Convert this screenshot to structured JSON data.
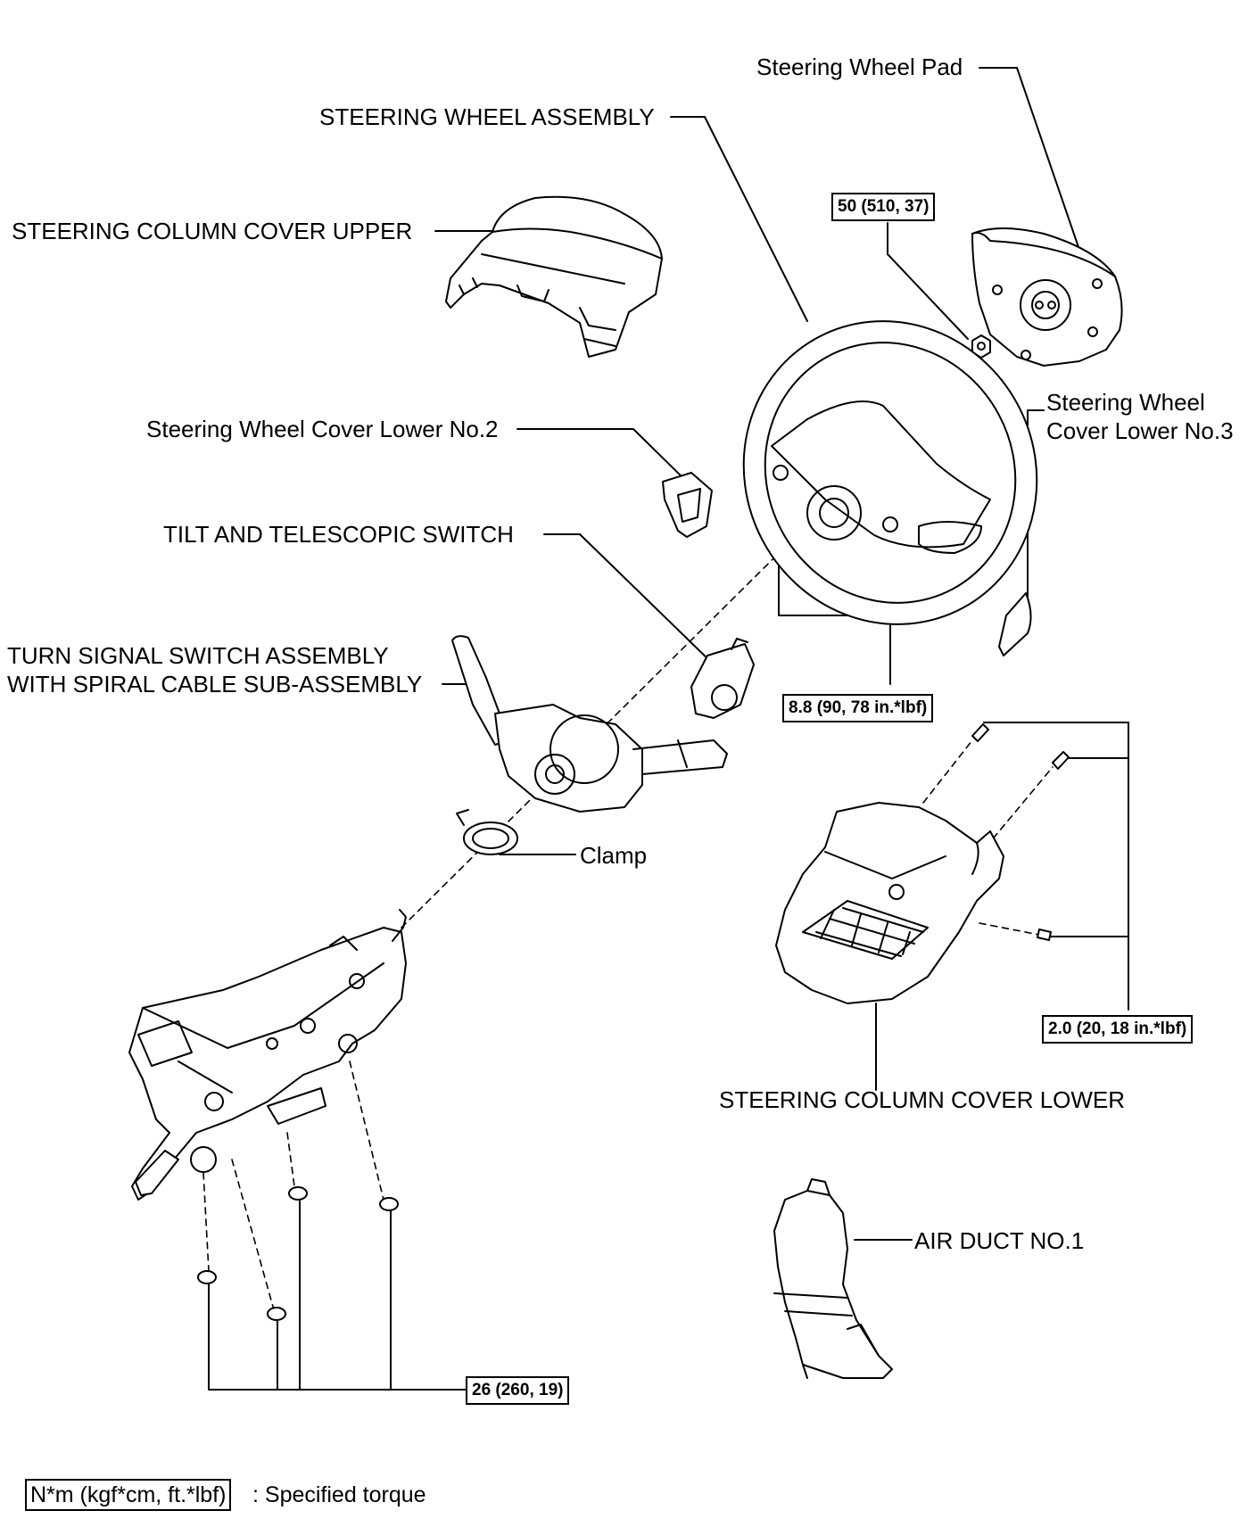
{
  "parts": {
    "steering_wheel_pad": "Steering Wheel Pad",
    "steering_wheel_assembly": "STEERING WHEEL ASSEMBLY",
    "steering_column_cover_upper": "STEERING COLUMN COVER UPPER",
    "steering_wheel_cover_lower_no2": "Steering Wheel Cover Lower No.2",
    "steering_wheel_cover_lower_no3_line1": "Steering Wheel",
    "steering_wheel_cover_lower_no3_line2": "Cover Lower No.3",
    "tilt_and_telescopic_switch": "TILT AND TELESCOPIC SWITCH",
    "turn_signal_switch_line1": "TURN SIGNAL SWITCH ASSEMBLY",
    "turn_signal_switch_line2": "WITH SPIRAL CABLE SUB-ASSEMBLY",
    "clamp": "Clamp",
    "steering_column_cover_lower": "STEERING COLUMN COVER LOWER",
    "air_duct_no1": "AIR DUCT NO.1"
  },
  "torques": {
    "nut_pad": "50 (510, 37)",
    "wheel_screws": "8.8 (90, 78 in.*lbf)",
    "cover_screws": "2.0 (20, 18 in.*lbf)",
    "column_nuts": "26 (260, 19)"
  },
  "legend": {
    "unit": "N*m (kgf*cm, ft.*lbf)",
    "text": ": Specified torque"
  }
}
